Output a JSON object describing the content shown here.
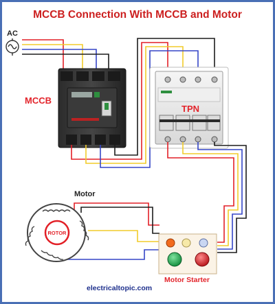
{
  "title": "MCCB Connection With MCCB  and Motor",
  "labels": {
    "ac": "AC",
    "mccb": "MCCB",
    "tpn": "TPN",
    "motor": "Motor",
    "rotor": "ROTOR",
    "motor_starter": "Motor Starter",
    "website": "electricaltopic.com"
  },
  "colors": {
    "title": "#cc1f1f",
    "border": "#4a6fb5",
    "wire_red": "#e21f26",
    "wire_yellow": "#f2cc2a",
    "wire_blue": "#3545c7",
    "wire_black": "#1c1c1c",
    "label_red": "#e3242b",
    "website_blue": "#1d2f8c",
    "starter_green": "#1aa14b",
    "starter_red": "#e01a22"
  }
}
